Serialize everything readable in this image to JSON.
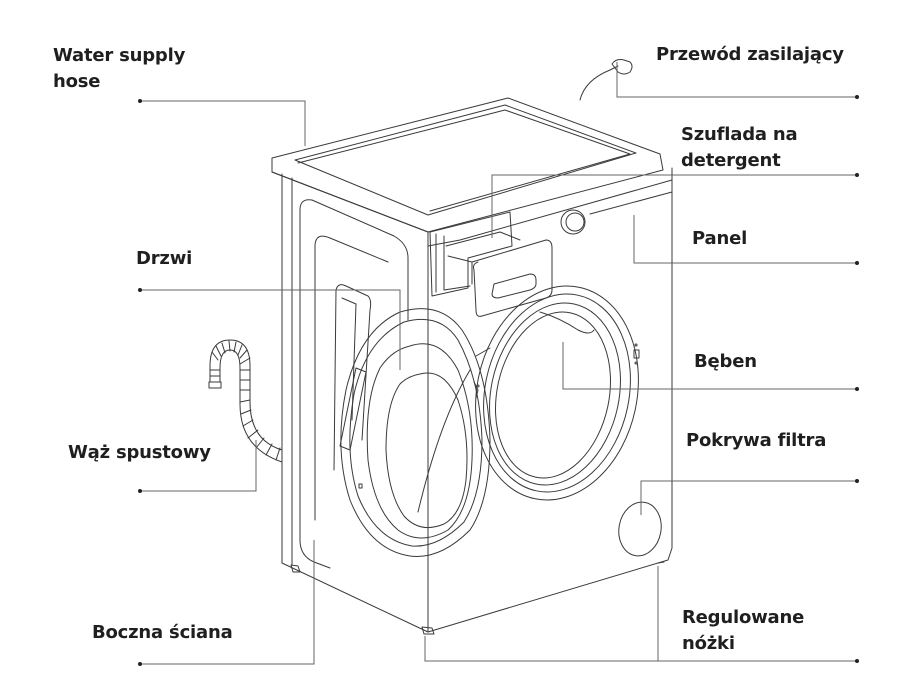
{
  "diagram": {
    "title": "",
    "subject": "Front-loading washing machine parts",
    "line_color": "#555555",
    "text_color": "#1f1f1f",
    "labels": {
      "water_supply_hose": [
        "Water supply",
        "hose"
      ],
      "power_cord": [
        "Przewód zasilający"
      ],
      "detergent_drawer": [
        "Szuflada na",
        "detergent"
      ],
      "panel": [
        "Panel"
      ],
      "door": [
        "Drzwi"
      ],
      "drum": [
        "Bęben"
      ],
      "drain_hose": [
        "Wąż spustowy"
      ],
      "filter_cover": [
        "Pokrywa filtra"
      ],
      "side_wall": [
        "Boczna ściana"
      ],
      "adjustable_feet": [
        "Regulowane",
        "nóżki"
      ]
    }
  }
}
